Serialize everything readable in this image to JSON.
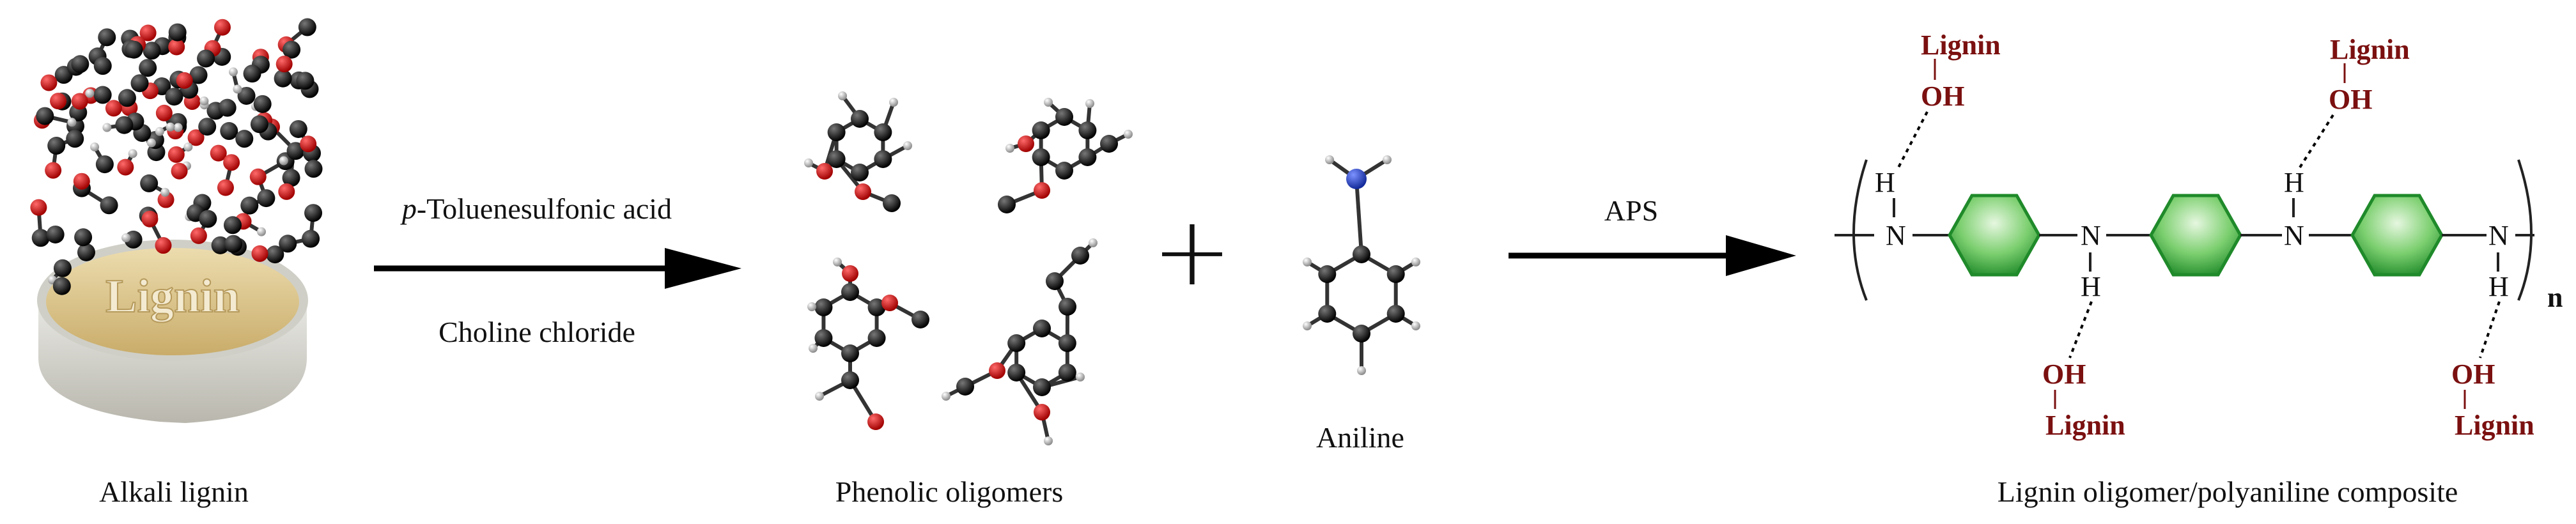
{
  "labels": {
    "alkali_lignin": "Alkali lignin",
    "lignin_dish": "Lignin",
    "reagent_italic": "p",
    "reagent_rest": "-Toluenesulfonic acid",
    "choline": "Choline chloride",
    "phenolic": "Phenolic oligomers",
    "plus": "+",
    "aniline": "Aniline",
    "aps": "APS",
    "composite": "Lignin oligomer/polyaniline composite"
  },
  "polymer": {
    "lignin": "Lignin",
    "oh": "OH",
    "n": "N",
    "h": "H",
    "subscript": "n"
  },
  "colors": {
    "ring_green": "#1f8a2a",
    "ring_light": "#bfe8b4",
    "lignin_red": "#7b1010",
    "oxygen": "#d01010",
    "nitrogen": "#2040c0",
    "carbon": "#111111",
    "dish": "#d8c08a"
  }
}
